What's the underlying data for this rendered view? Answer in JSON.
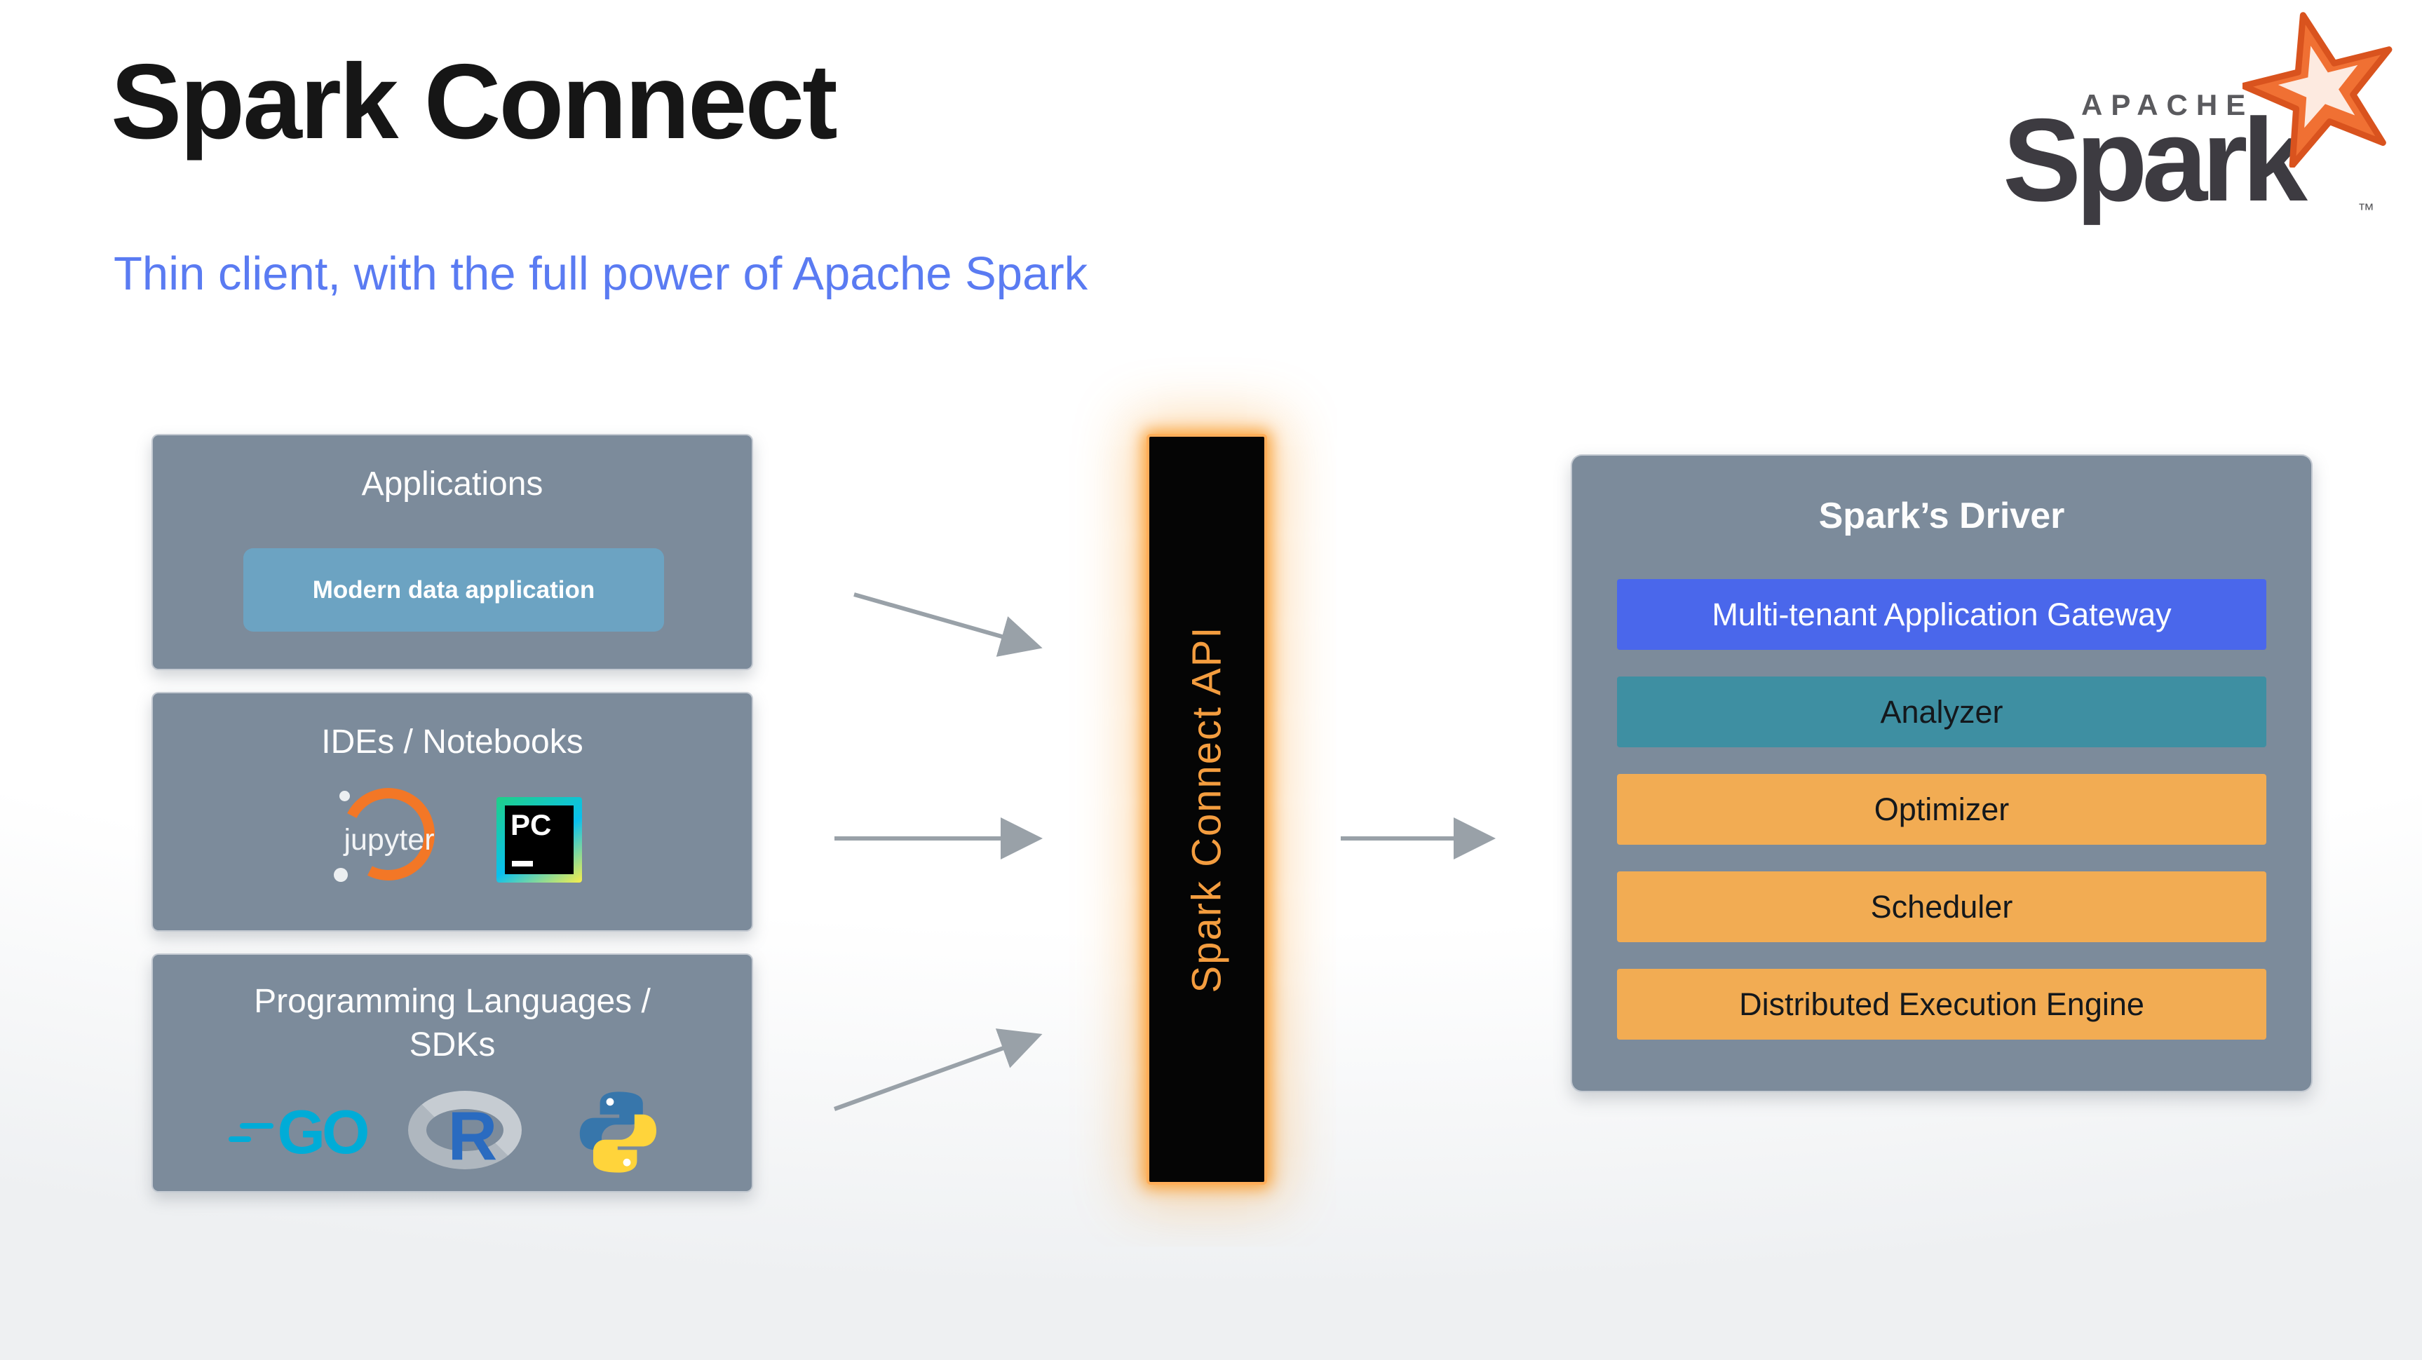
{
  "slide": {
    "title": "Spark Connect",
    "subtitle": "Thin client, with the full power of Apache Spark"
  },
  "logo": {
    "apache": "APACHE",
    "spark": "Spark",
    "tm": "™"
  },
  "left_column": {
    "applications": {
      "title": "Applications",
      "button": "Modern data application"
    },
    "ides": {
      "title": "IDEs / Notebooks",
      "jupyter_label": "jupyter",
      "pycharm_label": "PC"
    },
    "languages": {
      "title": "Programming Languages / SDKs",
      "go_label": "GO",
      "r_label": "R"
    }
  },
  "center": {
    "api_label": "Spark Connect API"
  },
  "driver": {
    "title": "Spark’s Driver",
    "layers": [
      {
        "label": "Multi-tenant Application Gateway",
        "color": "#4A67EB",
        "text_color": "#FFFFFF"
      },
      {
        "label": "Analyzer",
        "color": "#3E8FA2",
        "text_color": "#14181C"
      },
      {
        "label": "Optimizer",
        "color": "#F2AC53",
        "text_color": "#14181C"
      },
      {
        "label": "Scheduler",
        "color": "#F2AC53",
        "text_color": "#14181C"
      },
      {
        "label": "Distributed Execution Engine",
        "color": "#F2AC53",
        "text_color": "#14181C"
      }
    ]
  },
  "colors": {
    "panel_gray": "#7C8B9B",
    "chip_blue": "#6CA3C2",
    "api_text_orange": "#F49D3F",
    "api_glow_orange": "#F99A28",
    "subtitle_blue": "#5A7BF2",
    "arrow_gray": "#99A1A8",
    "spark_logo_orange": "#E8641F"
  }
}
